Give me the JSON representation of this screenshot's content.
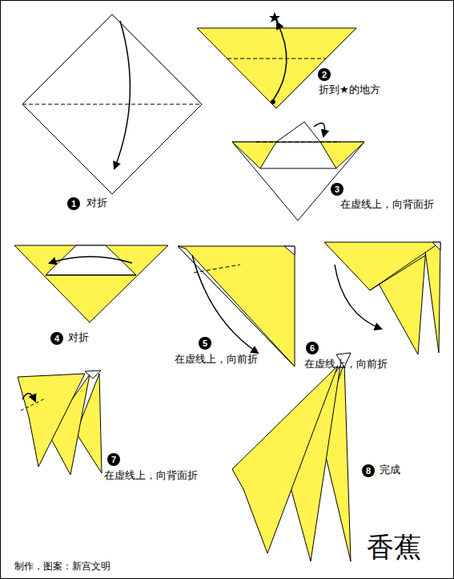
{
  "diagram": {
    "nodes": [
      {
        "text": [
          "1"
        ]
      },
      {
        "text": [
          "2"
        ]
      },
      {
        "text": [
          "3"
        ]
      },
      {
        "text": [
          "4"
        ]
      },
      {
        "text": [
          "5"
        ]
      },
      {
        "text": [
          "6"
        ]
      },
      {
        "text": [
          "7"
        ]
      },
      {
        "text": [
          "8"
        ]
      }
    ],
    "labels": [
      "对折",
      "折到★的地方",
      "在虚线上，向背面折",
      "对折",
      "在虚线上，向前折",
      "在虚线上，向前折",
      "在虚线上，向背面折",
      "完成",
      "香蕉",
      "制作，图案：新宫文明"
    ]
  }
}
